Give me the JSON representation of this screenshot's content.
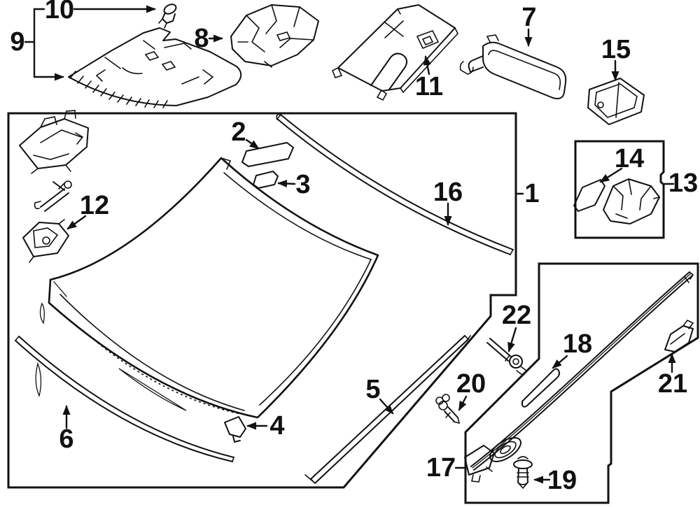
{
  "diagram": {
    "type": "exploded-parts-diagram",
    "subject": "windshield-glass-and-moldings",
    "colors": {
      "line_color": "#111111",
      "background": "#ffffff"
    },
    "callouts": [
      {
        "label": "1"
      },
      {
        "label": "2"
      },
      {
        "label": "3"
      },
      {
        "label": "4"
      },
      {
        "label": "5"
      },
      {
        "label": "6"
      },
      {
        "label": "7"
      },
      {
        "label": "8"
      },
      {
        "label": "9"
      },
      {
        "label": "10"
      },
      {
        "label": "11"
      },
      {
        "label": "12"
      },
      {
        "label": "13"
      },
      {
        "label": "14"
      },
      {
        "label": "15"
      },
      {
        "label": "16"
      },
      {
        "label": "17"
      },
      {
        "label": "18"
      },
      {
        "label": "19"
      },
      {
        "label": "20"
      },
      {
        "label": "21"
      },
      {
        "label": "22"
      }
    ]
  }
}
